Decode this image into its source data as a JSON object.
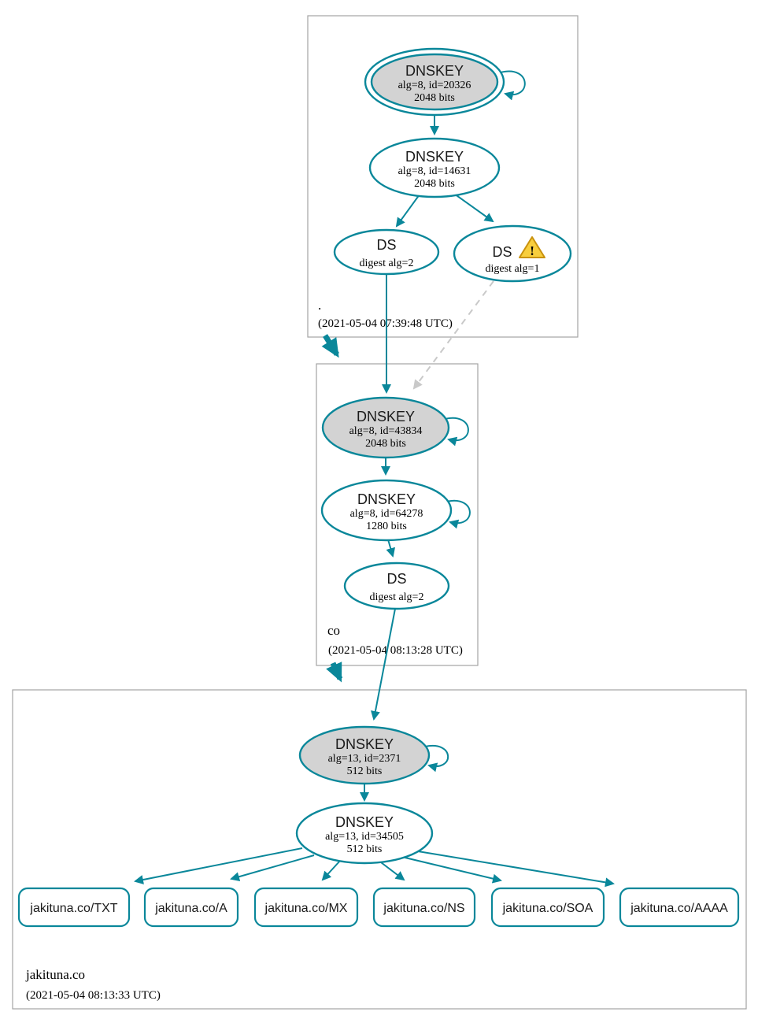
{
  "colors": {
    "secure": "#0a879a",
    "ksk_fill": "#d3d3d3",
    "node_fill": "#ffffff",
    "zone_border": "#a3a3a3",
    "dashed_edge": "#c9c9c9",
    "warning_fill": "#f8ce3d",
    "warning_border": "#c9920e"
  },
  "icons": {
    "warning": {
      "name": "warning-triangle-icon",
      "glyph": "!"
    }
  },
  "zones": [
    {
      "name": ".",
      "timestamp": "(2021-05-04 07:39:48 UTC)",
      "ksk": {
        "title": "DNSKEY",
        "alg": "alg=8, id=20326",
        "bits": "2048 bits"
      },
      "zsk": {
        "title": "DNSKEY",
        "alg": "alg=8, id=14631",
        "bits": "2048 bits"
      },
      "ds_sha256": {
        "title": "DS",
        "digest": "digest alg=2"
      },
      "ds_sha1": {
        "title": "DS",
        "digest": "digest alg=1"
      }
    },
    {
      "name": "co",
      "timestamp": "(2021-05-04 08:13:28 UTC)",
      "ksk": {
        "title": "DNSKEY",
        "alg": "alg=8, id=43834",
        "bits": "2048 bits"
      },
      "zsk": {
        "title": "DNSKEY",
        "alg": "alg=8, id=64278",
        "bits": "1280 bits"
      },
      "ds_sha256": {
        "title": "DS",
        "digest": "digest alg=2"
      }
    },
    {
      "name": "jakituna.co",
      "timestamp": "(2021-05-04 08:13:33 UTC)",
      "ksk": {
        "title": "DNSKEY",
        "alg": "alg=13, id=2371",
        "bits": "512 bits"
      },
      "zsk": {
        "title": "DNSKEY",
        "alg": "alg=13, id=34505",
        "bits": "512 bits"
      },
      "rrsets": [
        {
          "label": "jakituna.co/TXT"
        },
        {
          "label": "jakituna.co/A"
        },
        {
          "label": "jakituna.co/MX"
        },
        {
          "label": "jakituna.co/NS"
        },
        {
          "label": "jakituna.co/SOA"
        },
        {
          "label": "jakituna.co/AAAA"
        }
      ]
    }
  ]
}
